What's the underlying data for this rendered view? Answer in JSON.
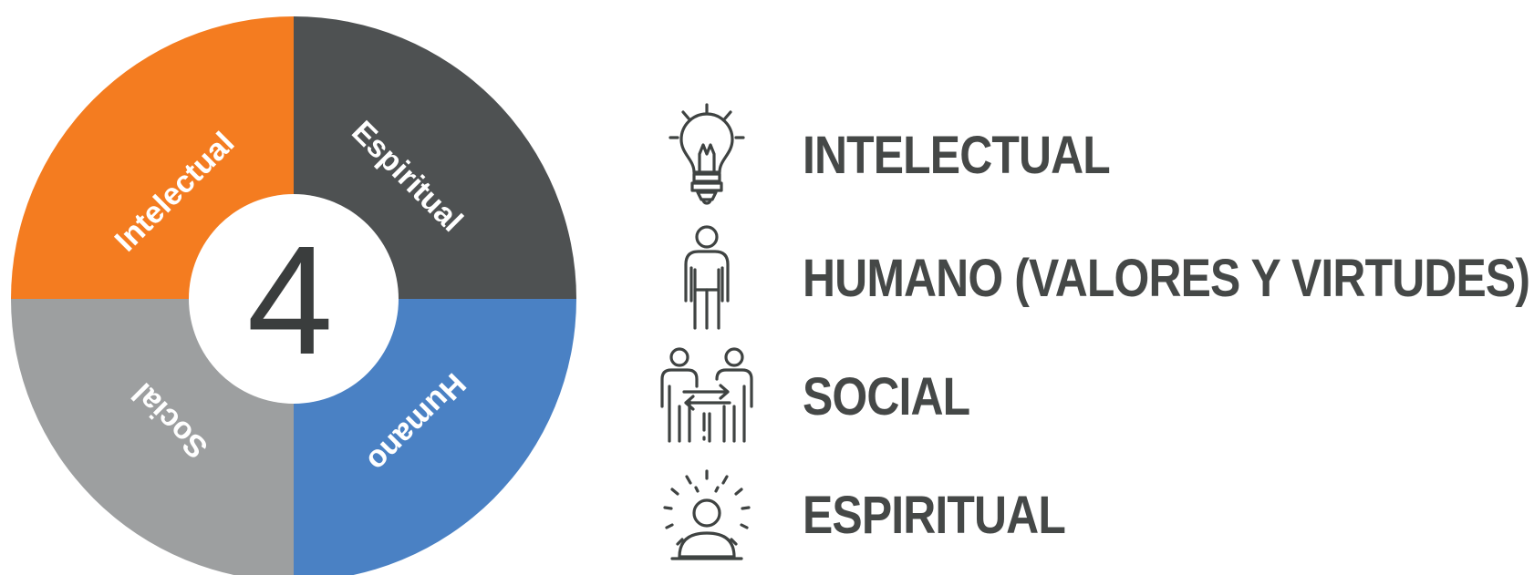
{
  "wheel": {
    "center_number": "4",
    "segments": [
      {
        "label": "Intelectual",
        "color": "#f47c20"
      },
      {
        "label": "Espiritual",
        "color": "#4e5152"
      },
      {
        "label": "Humano",
        "color": "#4a81c4"
      },
      {
        "label": "Social",
        "color": "#9d9fa0"
      }
    ]
  },
  "legend": [
    {
      "label": "INTELECTUAL",
      "icon": "lightbulb-icon"
    },
    {
      "label": "HUMANO (VALORES Y VIRTUDES)",
      "icon": "person-icon"
    },
    {
      "label": "SOCIAL",
      "icon": "people-exchange-icon"
    },
    {
      "label": "ESPIRITUAL",
      "icon": "radiant-person-icon"
    }
  ],
  "colors": {
    "text": "#454847",
    "icon_stroke": "#3f4342"
  }
}
